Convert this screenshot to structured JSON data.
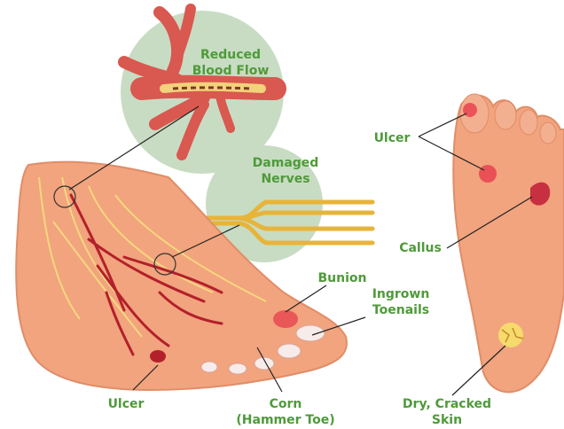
{
  "labels": {
    "reduced_blood_flow": [
      "Reduced",
      "Blood Flow"
    ],
    "damaged_nerves": [
      "Damaged",
      "Nerves"
    ],
    "bunion": "Bunion",
    "ingrown_toenails": [
      "Ingrown",
      "Toenails"
    ],
    "ulcer_side": "Ulcer",
    "corn": [
      "Corn",
      "(Hammer Toe)"
    ],
    "ulcer_sole": "Ulcer",
    "callus": "Callus",
    "dry_cracked_skin": [
      "Dry, Cracked",
      "Skin"
    ]
  },
  "colors": {
    "label_green": "#4f9a3a",
    "skin": "#f1a47e",
    "skin_shadow": "#e08d68",
    "artery": "#b3202a",
    "nerve": "#f6d77e",
    "circle_bg": "#c8dcc3",
    "vessel": "#d9584f",
    "nerve_bundle": "#e7b43a"
  }
}
